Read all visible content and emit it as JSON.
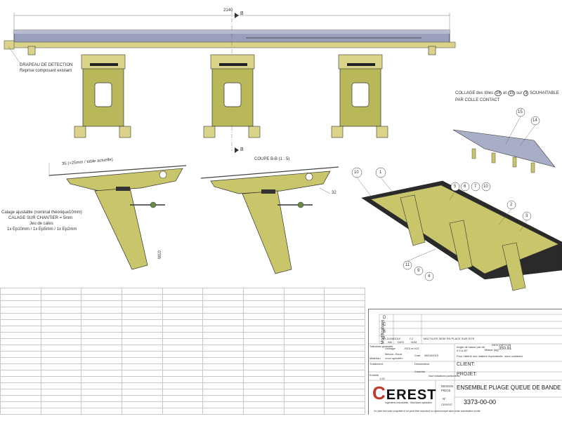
{
  "drawing": {
    "overall_dim": "2140",
    "section_mark": "B",
    "note_detection_title": "DRAPEAU DE DETECTION",
    "note_detection_sub": "Reprise composant existant",
    "dim_offset": "35 (+25mm / table actuelle)",
    "section_title": "COUPE B-B (1 : 5)",
    "dim_32": "32",
    "dim_m10": "M10",
    "calage_lines": [
      "Calage ajustable (nominal théorique10mm)",
      "CALAGE SUR CHANTIER = 5mm",
      "Jeu de cales",
      "1x Ep10mm / 1x Ep5mm / 1x Ep2mm"
    ],
    "collage_line1_a": "COLLAGE des tôles",
    "collage_14": "14",
    "collage_et": "et",
    "collage_15": "15",
    "collage_sur": "sur",
    "collage_3": "3",
    "collage_line1_b": "SOUHAITABLE",
    "collage_line2": "PAR COLLE CONTACT",
    "balloons_plate": [
      "15",
      "14"
    ],
    "balloons_iso": [
      "10",
      "1",
      "5",
      "6",
      "7",
      "10",
      "2",
      "3",
      "11",
      "9",
      "4"
    ]
  },
  "titleblock": {
    "rev_letters": [
      "D",
      "C",
      "B",
      "A"
    ],
    "modifications_label": "Modifications",
    "rev_a_date": "12/06/2019",
    "rev_a_by": "CJ",
    "rev_a_desc": "MAJ SUITE MISE EN PLACE SUR SITE",
    "ind_label": "IND",
    "date_label": "DATE",
    "nom_label": "NOM",
    "tolerances_label": "Tolérances générales",
    "usinage_label": "Usinage",
    "usinage_val": "JS13 et h13",
    "mecan_label": "Mécan.-Soud.",
    "materiau_label": "Matériau",
    "materiau_val": "«non spécifié»",
    "traitement_label": "Traitement",
    "cote_label": "Coté",
    "date2": "28/04/2019",
    "dessinateur_label": "Dessinateur",
    "controle_label": "Contrôle",
    "echelle_label": "Echelle",
    "echelle_val": "1:20",
    "sauf_label": "Sauf indications particulières",
    "angle_label": "Angle de casse par dé.",
    "angle_val": "0.5 à 45°",
    "masse_label": "Masse (kg)",
    "masse_val": "350.91",
    "description_label": "DESCRIPTION",
    "note_desc": "Pour obtenir une matière équivalente, nous contacter",
    "client_label": "CLIENT:",
    "projet_label": "PROJET:",
    "logo_c": "C",
    "logo_rest": "EREST",
    "logo_sub": "Ingénierie industrielle - Machines spéciales",
    "design_label": "DESIGN",
    "piece_label": "PIECE",
    "title": "ENSEMBLE PLIAGE QUEUE DE BANDE",
    "n_label": "N°",
    "drawing_number": "3373-00-00",
    "cerest_small": "CEREST",
    "footer_note": "Ce plan est notre propriété et ne peut être reproduit ou communiqué sans notre autorisation écrite"
  }
}
